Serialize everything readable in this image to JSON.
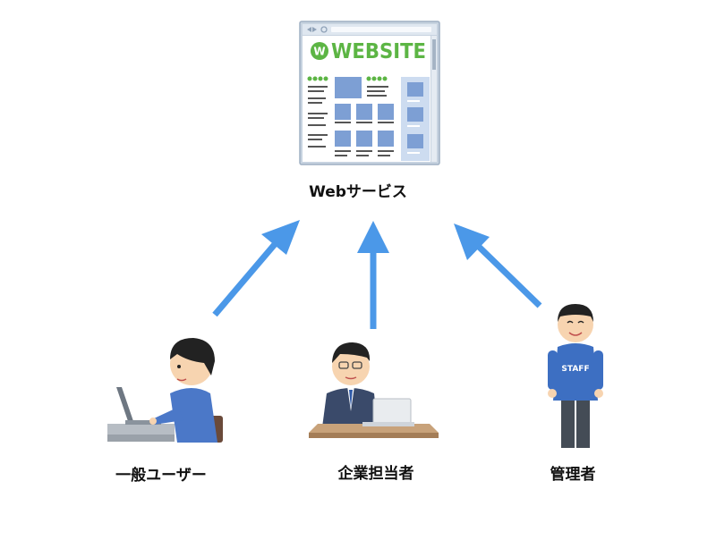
{
  "website": {
    "logo_letter": "W",
    "logo_text": "WEBSITE",
    "caption": "Webサービス"
  },
  "actors": {
    "user": {
      "caption": "一般ユーザー"
    },
    "business": {
      "caption": "企業担当者"
    },
    "admin": {
      "caption": "管理者",
      "shirt_text": "STAFF"
    }
  },
  "colors": {
    "arrow": "#4b98e8",
    "logo_green": "#5cb544",
    "window_frame": "#b9c7d6",
    "block_blue": "#7d9fd4",
    "sidebar_blue": "#cddcf0"
  }
}
